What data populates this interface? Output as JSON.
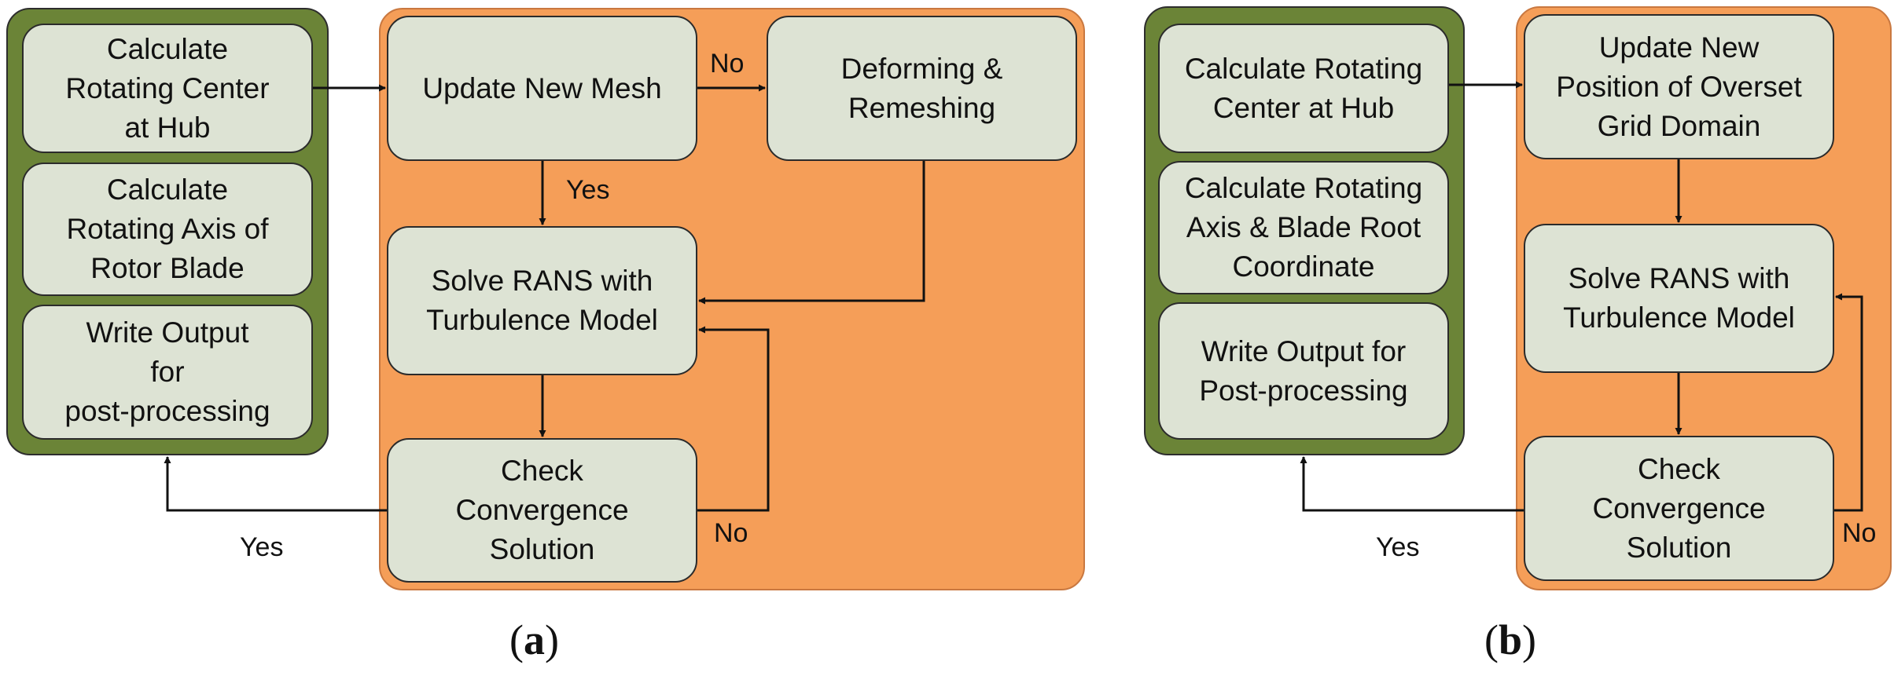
{
  "panel_a": {
    "caption": {
      "open": "(",
      "letter": "a",
      "close": ")"
    },
    "left_boxes": [
      "Calculate\nRotating Center\nat Hub",
      "Calculate\nRotating Axis of\nRotor Blade",
      "Write Output\nfor\npost-processing"
    ],
    "update_mesh": "Update New Mesh",
    "deforming": "Deforming &\nRemeshing",
    "solve": "Solve RANS with\nTurbulence Model",
    "check": "Check\nConvergence\nSolution",
    "label_no_mesh": "No",
    "label_yes_mesh": "Yes",
    "label_no_conv": "No",
    "label_yes_conv": "Yes"
  },
  "panel_b": {
    "caption": {
      "open": "(",
      "letter": "b",
      "close": ")"
    },
    "left_boxes": [
      "Calculate Rotating\nCenter at Hub",
      "Calculate Rotating\nAxis & Blade Root\nCoordinate",
      "Write Output for\nPost-processing"
    ],
    "update_overset": "Update New\nPosition of Overset\nGrid Domain",
    "solve": "Solve RANS with\nTurbulence Model",
    "check": "Check\nConvergence\nSolution",
    "label_no_conv": "No",
    "label_yes_conv": "Yes"
  }
}
